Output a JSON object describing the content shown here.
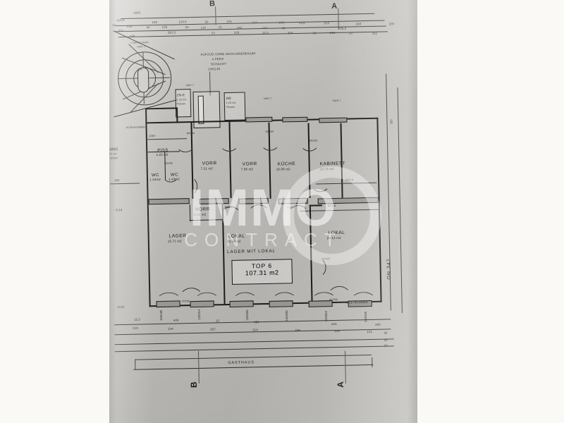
{
  "document": {
    "type": "architectural-floor-plan-photo",
    "watermark_line1": "IMMO",
    "watermark_line2": "CONTRACT",
    "sheet_bottom_label": "GASTHAUS",
    "right_margin_label": "ON 347"
  },
  "title_box": {
    "line1": "TOP 6",
    "line2": "107.31 m2"
  },
  "callouts": {
    "elevator": [
      "AUFZUG OHNE MASCHINENRAUM",
      "4 PERS",
      "SCHACHT",
      "145/145"
    ],
    "combined_use": "LAGER MIT LOKAL",
    "stair_level": [
      "-1,80=63,24WN",
      "VWS 7"
    ],
    "stair_level2": "±0,00=64,88WN",
    "stair_riser": "1,49",
    "left_corridor": [
      "ANG",
      "07 m2",
      "nstatal"
    ],
    "level_left_upper": "-0,14",
    "level_left_lower": "-0,33",
    "level_right": "-0,51=64,48WN",
    "vws_top_mid": "VWS 7",
    "vws_top_right": "VWS 7",
    "dim_423": "423,5",
    "dim_1357": "1357",
    "dim_182": "182",
    "dim_302": "302,5"
  },
  "rooms": [
    {
      "name": "PISS",
      "area": "4.23 m2",
      "extra": ""
    },
    {
      "name": "WC",
      "area": "1.43m2",
      "extra": ""
    },
    {
      "name": "WC",
      "area": "1.43m2",
      "extra": ""
    },
    {
      "name": "VORR",
      "area": "7.21 m2",
      "extra": ""
    },
    {
      "name": "VORR",
      "area": "7.06 m2",
      "extra": ""
    },
    {
      "name": "VORR",
      "area": "1.44 m2",
      "extra": ""
    },
    {
      "name": "KÜCHE",
      "area": "10.08 m2",
      "extra": ""
    },
    {
      "name": "KABINETT",
      "area": "14.73 m2",
      "extra": ""
    },
    {
      "name": "LAGER",
      "area": "15.71 m2",
      "extra": ""
    },
    {
      "name": "LOKAL",
      "area": "20.33 m2",
      "extra": ""
    },
    {
      "name": "LOKAL",
      "area": "20.12 m2",
      "extra": ""
    },
    {
      "name": "ZN-E",
      "area": "1.22 m2",
      "extra": "Fliesen"
    },
    {
      "name": "AR",
      "area": "1.23 m2",
      "extra": "Fliesen"
    }
  ],
  "section_markers": {
    "top_left": "B",
    "top_right": "A",
    "bottom_left": "B",
    "bottom_right": "A"
  },
  "dimension_chains": {
    "top_row1": [
      "2065"
    ],
    "top_row2": [
      "118,5",
      "188",
      "118,5",
      "59",
      "101",
      "141",
      "104",
      "74,5",
      "213",
      "248",
      "200"
    ],
    "top_row3": [
      "50",
      "135",
      "45",
      "135",
      "50",
      "110",
      "33",
      "142",
      "113",
      "45",
      "735,5"
    ],
    "top_row4": [
      "207",
      "283,5",
      "33",
      "329",
      "12,5",
      "250",
      "33",
      "210",
      "33",
      "311"
    ],
    "top_row5": [
      "168"
    ],
    "bottom_row1": [
      "12,5",
      "424",
      "13",
      "424",
      "415",
      "280"
    ],
    "bottom_row2": [
      "214",
      "214",
      "257",
      "214",
      "209",
      "214",
      "131",
      "29"
    ],
    "bottom_stubs": [
      "100/185",
      "132/314",
      "100/185",
      "100/185",
      "132/304",
      "100/185"
    ],
    "bottom_extra": [
      "29",
      "29",
      "23"
    ]
  },
  "door_marks": [
    "80/200",
    "80/200",
    "80/200",
    "80/200",
    "80/200",
    "80/200",
    "90/200",
    "70/200"
  ],
  "colors": {
    "page_background": "#faf8f4",
    "photo_paper": "#bdbbb7",
    "ink": "#1d1d1d",
    "wall_fill": "#9d9b97",
    "watermark": "#ffffff"
  }
}
